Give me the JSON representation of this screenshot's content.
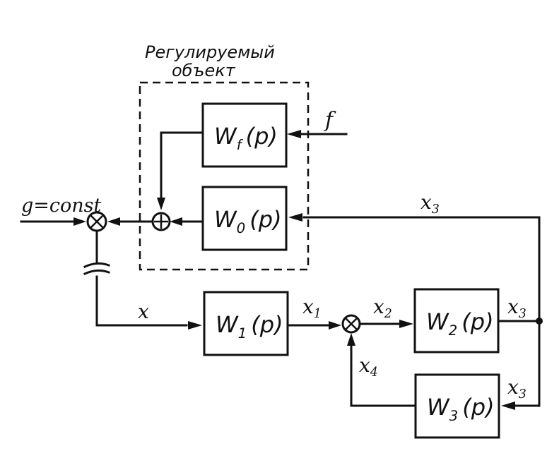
{
  "object_title": {
    "line1": "Регулируемый",
    "line2": "объект"
  },
  "blocks": {
    "wf": {
      "name": "W",
      "sub": "f",
      "arg": "(p)"
    },
    "w0": {
      "name": "W",
      "sub": "0",
      "arg": "(p)"
    },
    "w1": {
      "name": "W",
      "sub": "1",
      "arg": "(p)"
    },
    "w2": {
      "name": "W",
      "sub": "2",
      "arg": "(p)"
    },
    "w3": {
      "name": "W",
      "sub": "3",
      "arg": "(p)"
    }
  },
  "signals": {
    "g": "g=const",
    "f": "f",
    "x": "x",
    "x1": {
      "name": "x",
      "sub": "1"
    },
    "x2": {
      "name": "x",
      "sub": "2"
    },
    "x3_top": {
      "name": "x",
      "sub": "3"
    },
    "x3_mid": {
      "name": "x",
      "sub": "3"
    },
    "x3_low": {
      "name": "x",
      "sub": "3"
    },
    "x4": {
      "name": "x",
      "sub": "4"
    }
  }
}
